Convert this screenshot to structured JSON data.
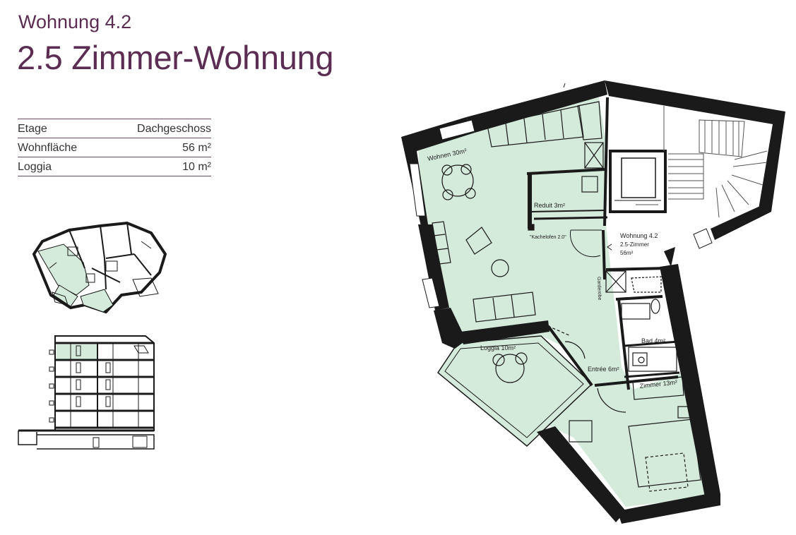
{
  "header": {
    "subtitle": "Wohnung 4.2",
    "title": "2.5 Zimmer-Wohnung"
  },
  "facts": [
    {
      "label": "Etage",
      "value": "Dachgeschoss"
    },
    {
      "label": "Wohnfläche",
      "value": "56 m²"
    },
    {
      "label": "Loggia",
      "value": "10 m²"
    }
  ],
  "plan": {
    "rooms": {
      "wohnen": "Wohnen 30m²",
      "reduit": "Reduit 3m²",
      "loggia": "Loggia 10m²",
      "entree": "Entrée 6m²",
      "bad": "Bad 4m²",
      "zimmer": "Zimmer 13m²",
      "garderobe": "Garderobe",
      "kachelofen": "\"Kachelofen 2.0\""
    },
    "unit_tag": {
      "line1": "Wohnung 4.2",
      "line2": "2.5-Zimmer",
      "line3": "56m²"
    }
  },
  "colors": {
    "accent": "#5b2d52",
    "room_fill": "#d4eadb",
    "wall": "#1a1a1a"
  }
}
